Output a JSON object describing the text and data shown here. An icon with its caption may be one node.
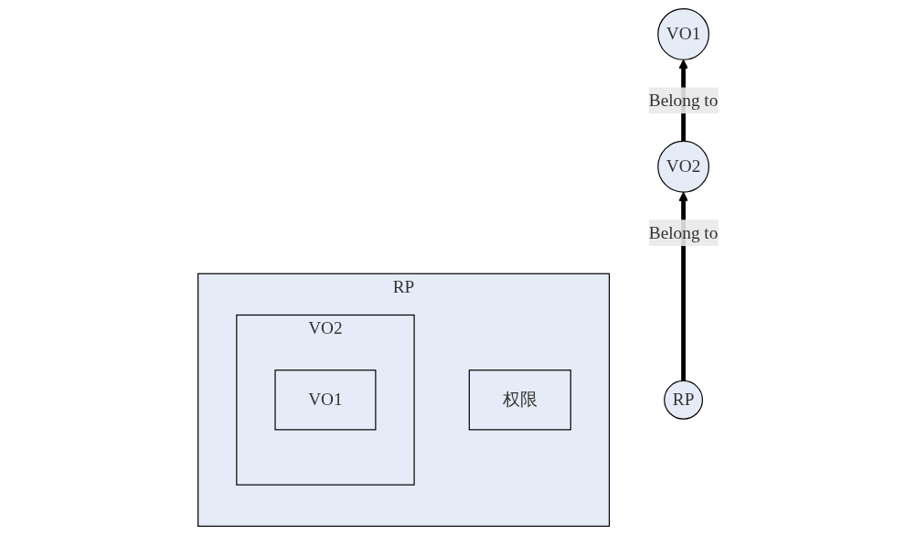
{
  "diagram": {
    "nodes": [
      {
        "text": [
          "VO1"
        ]
      },
      {
        "text": [
          "VO2"
        ]
      },
      {
        "text": [
          "RP"
        ]
      },
      {
        "text": [
          "RP"
        ]
      },
      {
        "text": [
          "权限"
        ],
        "in": 3
      },
      {
        "text": [
          "VO2"
        ],
        "in": 3
      },
      {
        "text": [
          "VO1"
        ],
        "in": 5
      }
    ],
    "edges": [
      {
        "from": 1,
        "to": 0,
        "arrow": "to",
        "label": "Belong to"
      },
      {
        "from": 2,
        "to": 1,
        "arrow": "to",
        "label": "Belong to"
      }
    ]
  }
}
